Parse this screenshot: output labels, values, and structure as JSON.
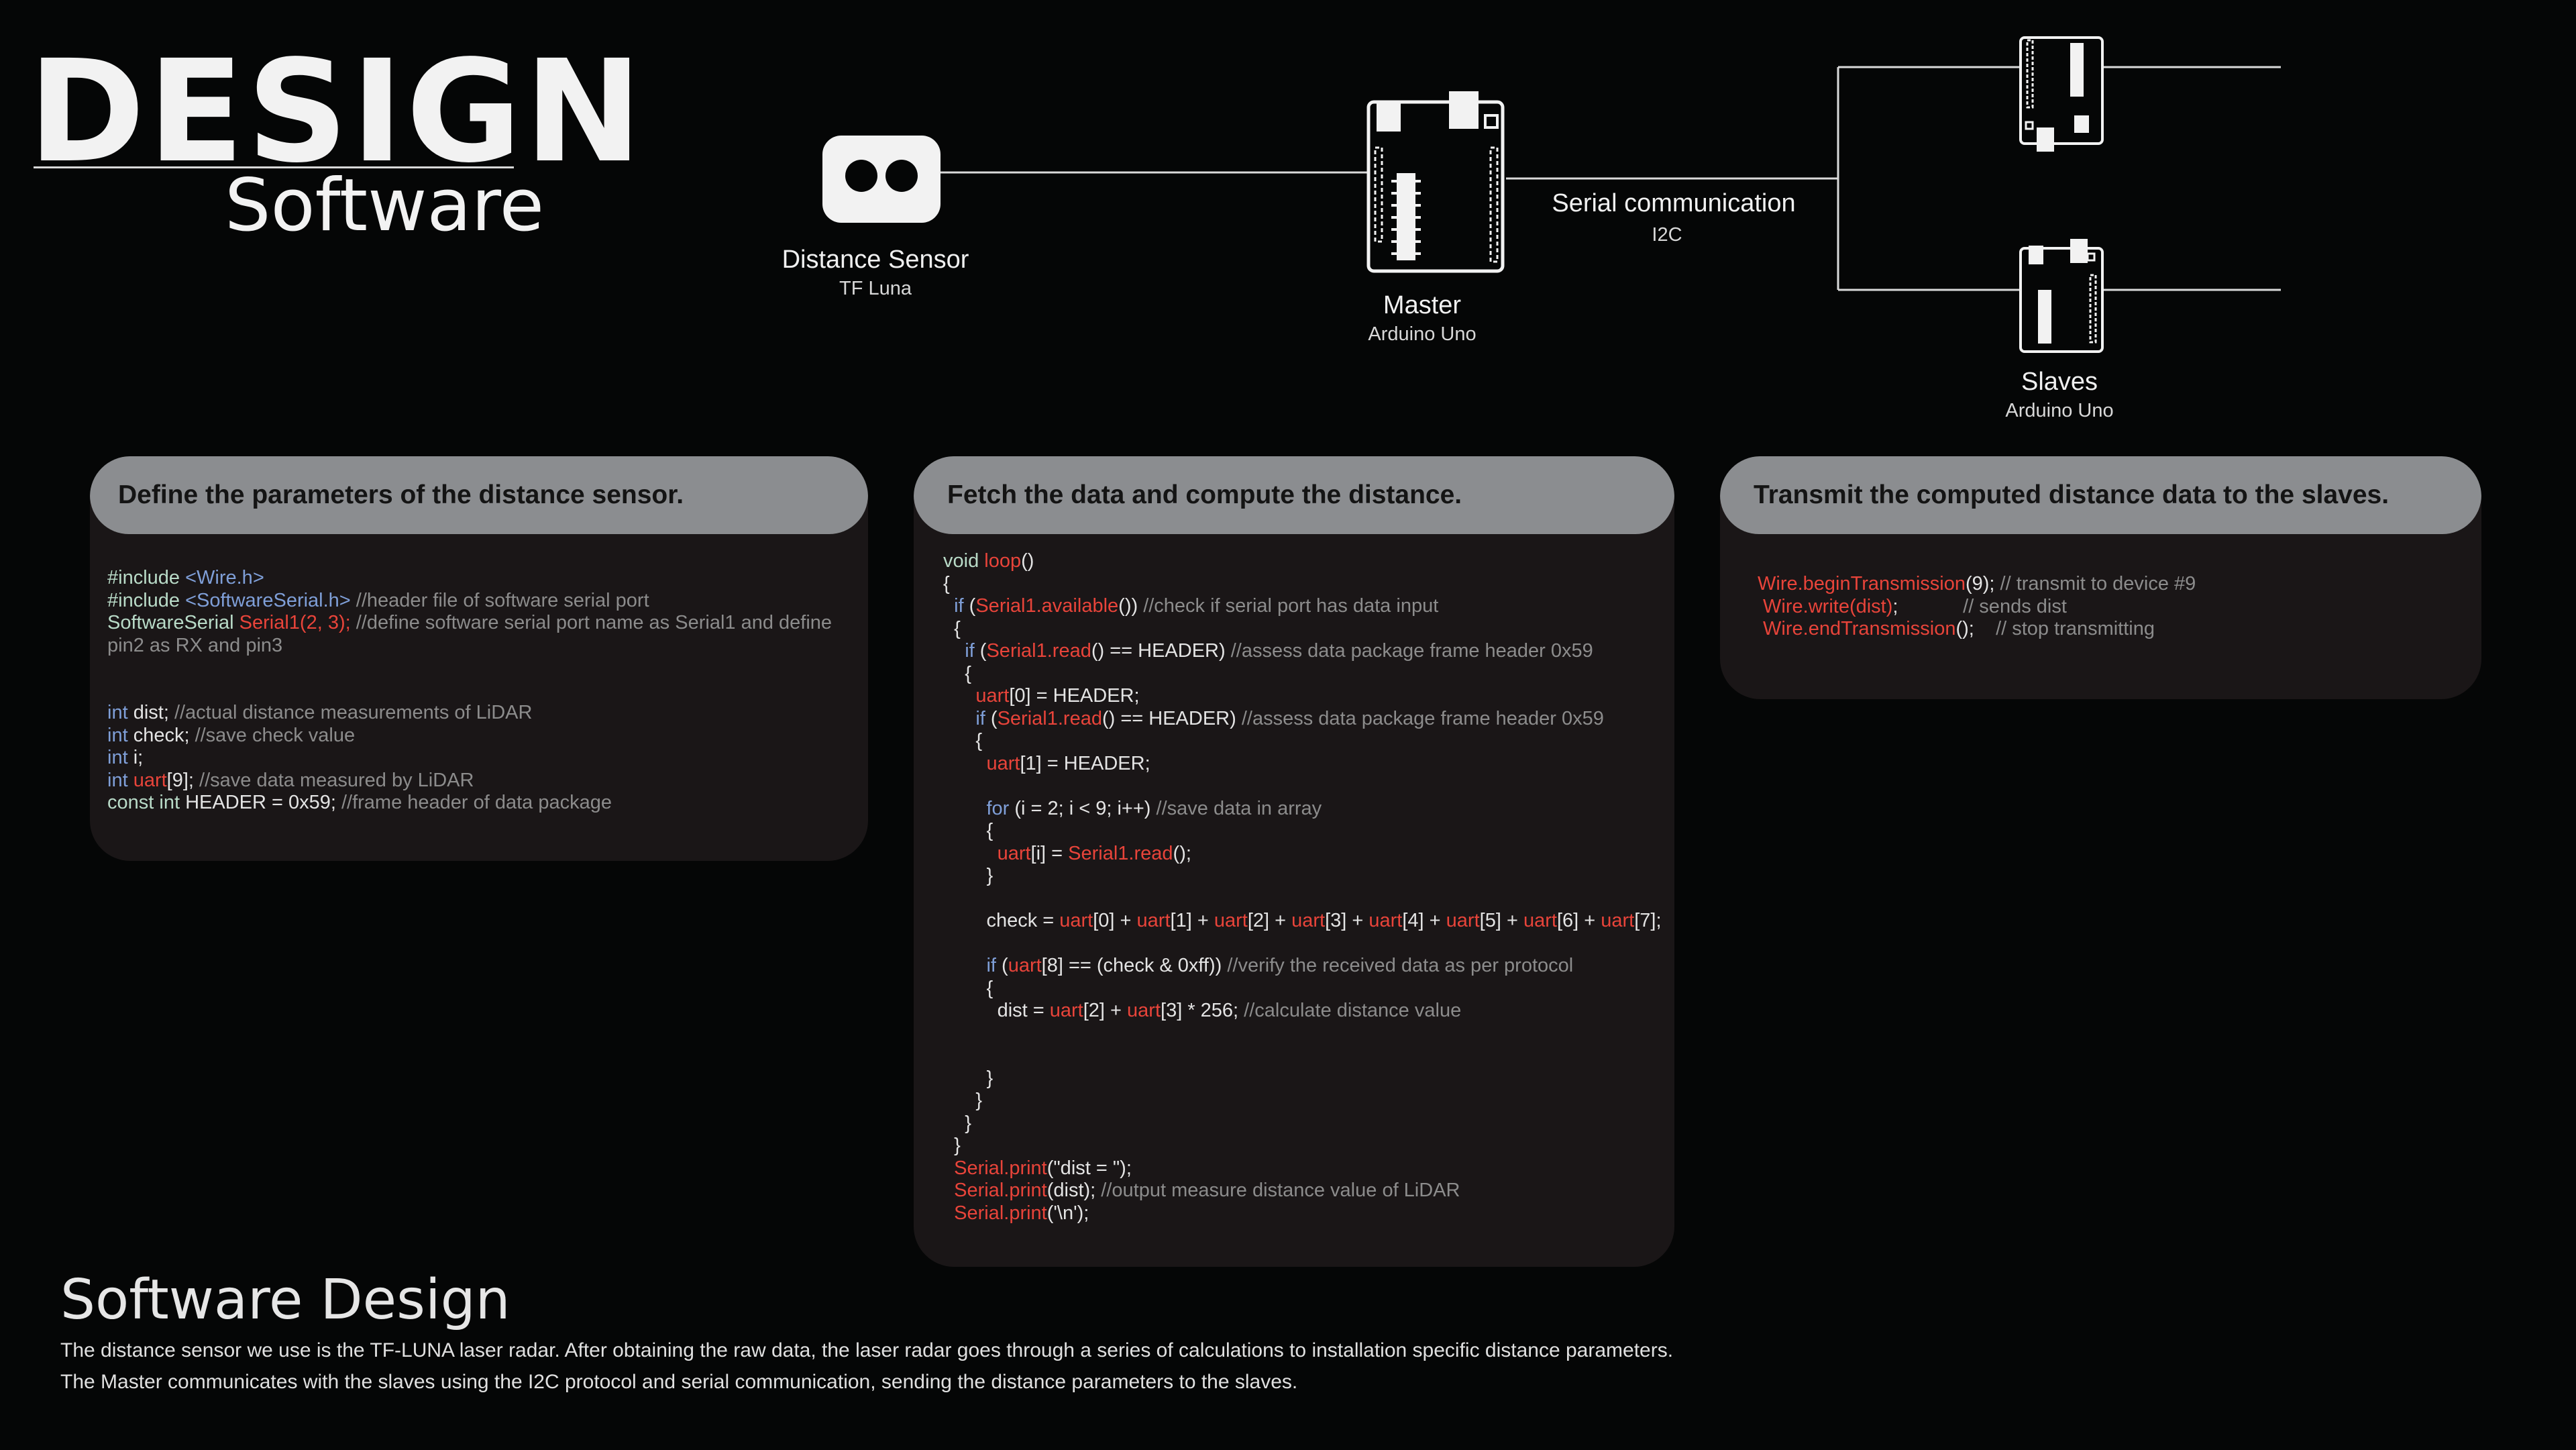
{
  "header": {
    "title": "DESIGN",
    "subtitle": "Software"
  },
  "diagram": {
    "sensor": {
      "label": "Distance Sensor",
      "sub": "TF Luna"
    },
    "master": {
      "label": "Master",
      "sub": "Arduino Uno"
    },
    "link": {
      "label": "Serial communication",
      "sub": "I2C"
    },
    "slaves": {
      "label": "Slaves",
      "sub": "Arduino Uno"
    },
    "line_color": "#d9d9d9",
    "icon_color": "#f2f2f2"
  },
  "cards": [
    {
      "title": "Define the parameters of the distance sensor.",
      "lines": [
        [
          [
            "#include ",
            "ty"
          ],
          [
            "<Wire.h>",
            "kw"
          ]
        ],
        [
          [
            "#include ",
            "ty"
          ],
          [
            "<SoftwareSerial.h>",
            "kw"
          ],
          [
            " //header file of software serial port",
            "cm"
          ]
        ],
        [
          [
            "SoftwareSerial ",
            "ty"
          ],
          [
            "Serial1(2, 3);",
            "fn"
          ],
          [
            " //define software serial port name as Serial1 and define",
            "cm"
          ]
        ],
        [
          [
            "pin2 as RX and pin3",
            "cm"
          ]
        ],
        [],
        [],
        [
          [
            "int ",
            "kw"
          ],
          [
            "dist; ",
            ""
          ],
          [
            "//actual distance measurements of LiDAR",
            "cm"
          ]
        ],
        [
          [
            "int ",
            "kw"
          ],
          [
            "check; ",
            ""
          ],
          [
            "//save check value",
            "cm"
          ]
        ],
        [
          [
            "int ",
            "kw"
          ],
          [
            "i;",
            ""
          ]
        ],
        [
          [
            "int ",
            "kw"
          ],
          [
            "uart",
            "fn"
          ],
          [
            "[9]; ",
            ""
          ],
          [
            "//save data measured by LiDAR",
            "cm"
          ]
        ],
        [
          [
            "const int ",
            "ty"
          ],
          [
            "HEADER = 0x59; ",
            ""
          ],
          [
            "//frame header of data package",
            "cm"
          ]
        ]
      ]
    },
    {
      "title": "Fetch the data and compute the distance.",
      "lines": [
        [
          [
            "void ",
            "ty"
          ],
          [
            "loop",
            "fn"
          ],
          [
            "()",
            ""
          ]
        ],
        [
          [
            "{",
            ""
          ]
        ],
        [
          [
            "  if ",
            "kw"
          ],
          [
            "(",
            ""
          ],
          [
            "Serial1.available",
            "fn"
          ],
          [
            "()) ",
            ""
          ],
          [
            "//check if serial port has data input",
            "cm"
          ]
        ],
        [
          [
            "  {",
            ""
          ]
        ],
        [
          [
            "    if ",
            "kw"
          ],
          [
            "(",
            ""
          ],
          [
            "Serial1.read",
            "fn"
          ],
          [
            "() == HEADER) ",
            ""
          ],
          [
            "//assess data package frame header 0x59",
            "cm"
          ]
        ],
        [
          [
            "    {",
            ""
          ]
        ],
        [
          [
            "      uart",
            "fn"
          ],
          [
            "[0] = HEADER;",
            ""
          ]
        ],
        [
          [
            "      if ",
            "kw"
          ],
          [
            "(",
            ""
          ],
          [
            "Serial1.read",
            "fn"
          ],
          [
            "() == HEADER) ",
            ""
          ],
          [
            "//assess data package frame header 0x59",
            "cm"
          ]
        ],
        [
          [
            "      {",
            ""
          ]
        ],
        [
          [
            "        uart",
            "fn"
          ],
          [
            "[1] = HEADER;",
            ""
          ]
        ],
        [],
        [
          [
            "        for ",
            "kw"
          ],
          [
            "(i = 2; i < 9; i++) ",
            ""
          ],
          [
            "//save data in array",
            "cm"
          ]
        ],
        [
          [
            "        {",
            ""
          ]
        ],
        [
          [
            "          uart",
            "fn"
          ],
          [
            "[i] = ",
            ""
          ],
          [
            "Serial1.read",
            "fn"
          ],
          [
            "();",
            ""
          ]
        ],
        [
          [
            "        }",
            ""
          ]
        ],
        [],
        [
          [
            "        check = ",
            ""
          ],
          [
            "uart",
            "fn"
          ],
          [
            "[0] + ",
            ""
          ],
          [
            "uart",
            "fn"
          ],
          [
            "[1] + ",
            ""
          ],
          [
            "uart",
            "fn"
          ],
          [
            "[2] + ",
            ""
          ],
          [
            "uart",
            "fn"
          ],
          [
            "[3] + ",
            ""
          ],
          [
            "uart",
            "fn"
          ],
          [
            "[4] + ",
            ""
          ],
          [
            "uart",
            "fn"
          ],
          [
            "[5] + ",
            ""
          ],
          [
            "uart",
            "fn"
          ],
          [
            "[6] + ",
            ""
          ],
          [
            "uart",
            "fn"
          ],
          [
            "[7];",
            ""
          ]
        ],
        [],
        [
          [
            "        if ",
            "kw"
          ],
          [
            "(",
            ""
          ],
          [
            "uart",
            "fn"
          ],
          [
            "[8] == (check & 0xff)) ",
            ""
          ],
          [
            "//verify the received data as per protocol",
            "cm"
          ]
        ],
        [
          [
            "        {",
            ""
          ]
        ],
        [
          [
            "          dist = ",
            ""
          ],
          [
            "uart",
            "fn"
          ],
          [
            "[2] + ",
            ""
          ],
          [
            "uart",
            "fn"
          ],
          [
            "[3] * 256; ",
            ""
          ],
          [
            "//calculate distance value",
            "cm"
          ]
        ],
        [],
        [],
        [
          [
            "        }",
            ""
          ]
        ],
        [
          [
            "      }",
            ""
          ]
        ],
        [
          [
            "    }",
            ""
          ]
        ],
        [
          [
            "  }",
            ""
          ]
        ],
        [
          [
            "  Serial.print",
            "fn"
          ],
          [
            "(\"dist = \");",
            ""
          ]
        ],
        [
          [
            "  Serial.print",
            "fn"
          ],
          [
            "(dist); ",
            ""
          ],
          [
            "//output measure distance value of LiDAR",
            "cm"
          ]
        ],
        [
          [
            "  Serial.print",
            "fn"
          ],
          [
            "('\\n');",
            ""
          ]
        ]
      ]
    },
    {
      "title": "Transmit the computed distance data to the slaves.",
      "lines": [
        [
          [
            "Wire.beginTransmission",
            "fn"
          ],
          [
            "(9); ",
            ""
          ],
          [
            "// transmit to device #9",
            "cm"
          ]
        ],
        [
          [
            " Wire.write(dist)",
            "fn"
          ],
          [
            ";            ",
            ""
          ],
          [
            "// sends dist",
            "cm"
          ]
        ],
        [
          [
            " Wire.endTransmission",
            "fn"
          ],
          [
            "();    ",
            ""
          ],
          [
            "// stop transmitting",
            "cm"
          ]
        ]
      ]
    }
  ],
  "footer": {
    "title": "Software Design",
    "para1": "The distance sensor we use is the TF-LUNA laser radar. After obtaining the raw data, the laser radar goes through a series of calculations to installation specific distance parameters.",
    "para2": "The Master communicates with the slaves using the I2C protocol and serial communication, sending the distance parameters to the slaves."
  }
}
